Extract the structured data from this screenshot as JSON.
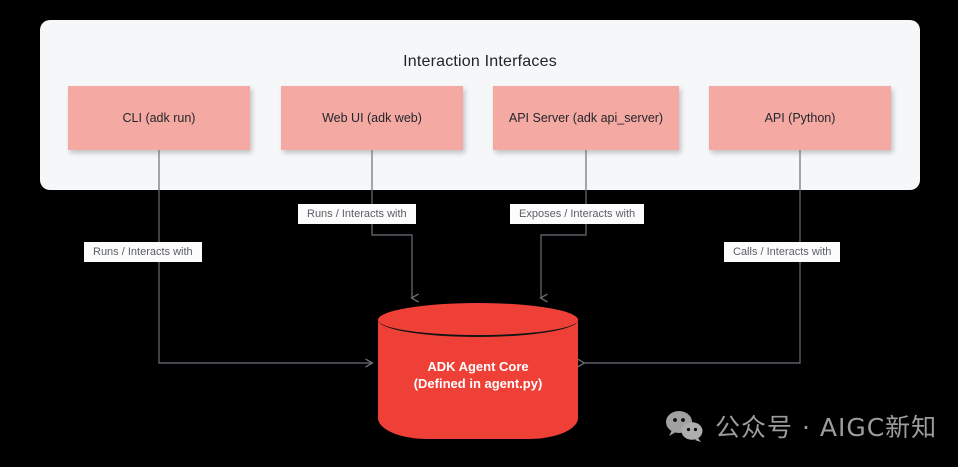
{
  "panel": {
    "title": "Interaction Interfaces",
    "background": "#F6F7F9",
    "boxes": [
      {
        "id": "cli",
        "label": "CLI (adk run)"
      },
      {
        "id": "webui",
        "label": "Web UI (adk web)"
      },
      {
        "id": "apisrv",
        "label": "API Server (adk api_server)"
      },
      {
        "id": "apipy",
        "label": "API (Python)"
      }
    ],
    "box_color": "#F4A9A3"
  },
  "edges": [
    {
      "from": "cli",
      "to": "core",
      "label": "Runs / Interacts with"
    },
    {
      "from": "webui",
      "to": "core",
      "label": "Runs / Interacts with"
    },
    {
      "from": "apisrv",
      "to": "core",
      "label": "Exposes / Interacts with"
    },
    {
      "from": "apipy",
      "to": "core",
      "label": "Calls / Interacts with"
    }
  ],
  "core": {
    "line1": "ADK Agent Core",
    "line2": "(Defined in agent.py)",
    "color": "#EE4036",
    "shape": "cylinder"
  },
  "watermark": {
    "icon": "wechat-icon",
    "text": "公众号 · AIGC新知"
  },
  "canvas": {
    "background": "#000000",
    "line_color": "#6b6f76"
  }
}
